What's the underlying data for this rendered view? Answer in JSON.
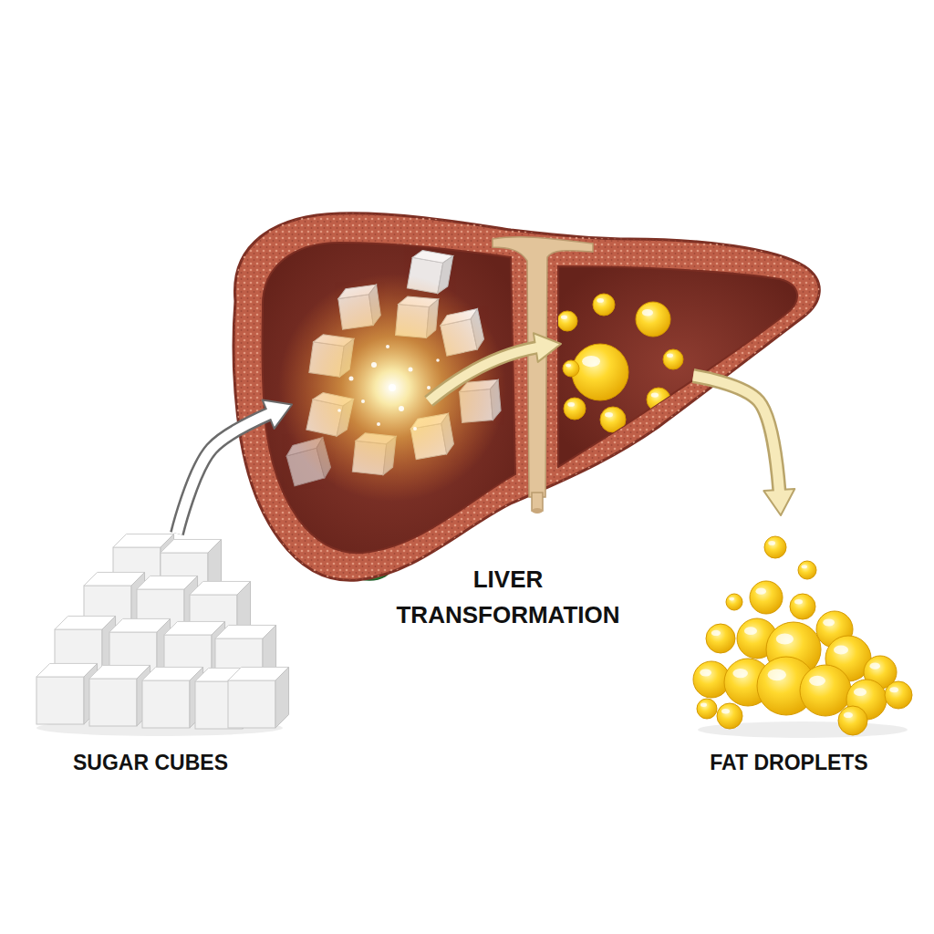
{
  "diagram": {
    "nodes": [
      {
        "text": [
          "SUGAR CUBES"
        ]
      },
      {
        "text": [
          "LIVER TRANSFORMATION"
        ]
      },
      {
        "text": [
          "FAT DROPLETS"
        ]
      }
    ],
    "edges": [
      {
        "from": 0,
        "to": 1,
        "arrow": "to"
      },
      {
        "from": 1,
        "to": 2,
        "arrow": "to"
      }
    ]
  }
}
